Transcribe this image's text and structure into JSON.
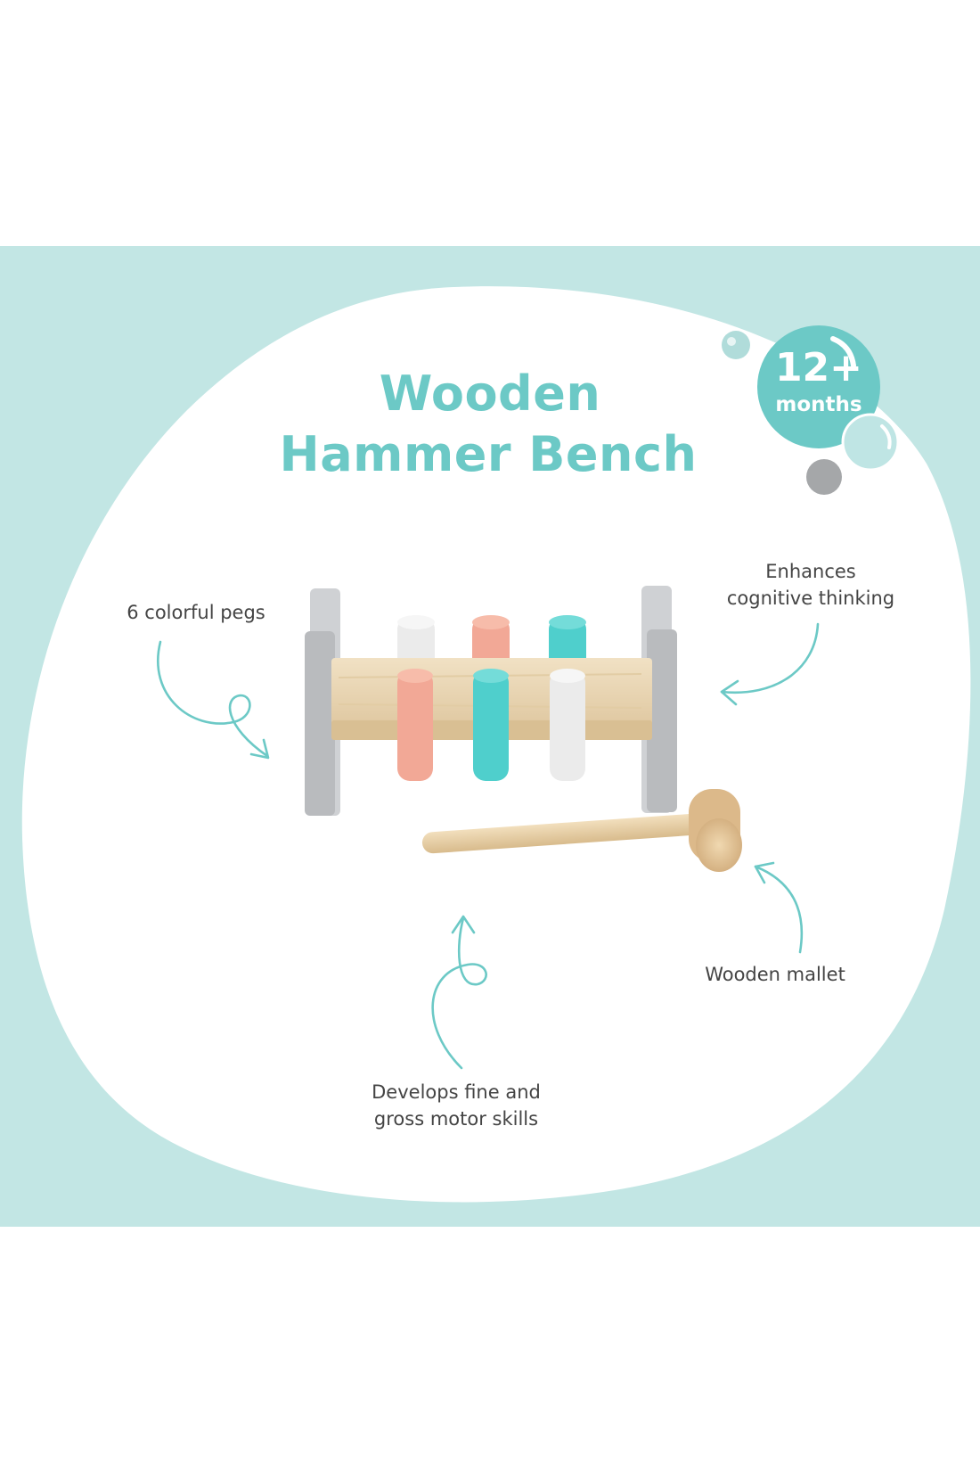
{
  "product": {
    "title_line1": "Wooden",
    "title_line2": "Hammer Bench"
  },
  "age_badge": {
    "value": "12+",
    "unit": "months"
  },
  "features": {
    "pegs": "6 colorful pegs",
    "cognitive_line1": "Enhances",
    "cognitive_line2": "cognitive thinking",
    "mallet": "Wooden mallet",
    "motor_line1": "Develops fine and",
    "motor_line2": "gross motor skills"
  },
  "colors": {
    "band": "#c2e6e4",
    "accent": "#6cc9c6",
    "text": "#444444",
    "peg_pink": "#f2a896",
    "peg_teal": "#4fcfcc",
    "peg_white": "#e8e8e8",
    "frame_gray": "#c7c9cc",
    "wood": "#e6cfa6"
  },
  "icons": {
    "arrows": "curly-arrow-icon",
    "bubbles": "bubble-icon"
  }
}
